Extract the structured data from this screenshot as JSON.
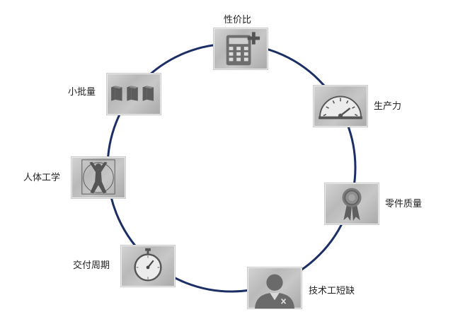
{
  "diagram": {
    "ring_color": "#1b2f66",
    "nodes": [
      {
        "label": "性价比",
        "icon": "calculator-icon"
      },
      {
        "label": "生产力",
        "icon": "speedometer-icon"
      },
      {
        "label": "零件质量",
        "icon": "award-ribbon-icon"
      },
      {
        "label": "技术工短缺",
        "icon": "worker-icon"
      },
      {
        "label": "交付周期",
        "icon": "stopwatch-icon"
      },
      {
        "label": "人体工学",
        "icon": "vitruvian-man-icon"
      },
      {
        "label": "小批量",
        "icon": "document-stack-icon"
      }
    ]
  }
}
